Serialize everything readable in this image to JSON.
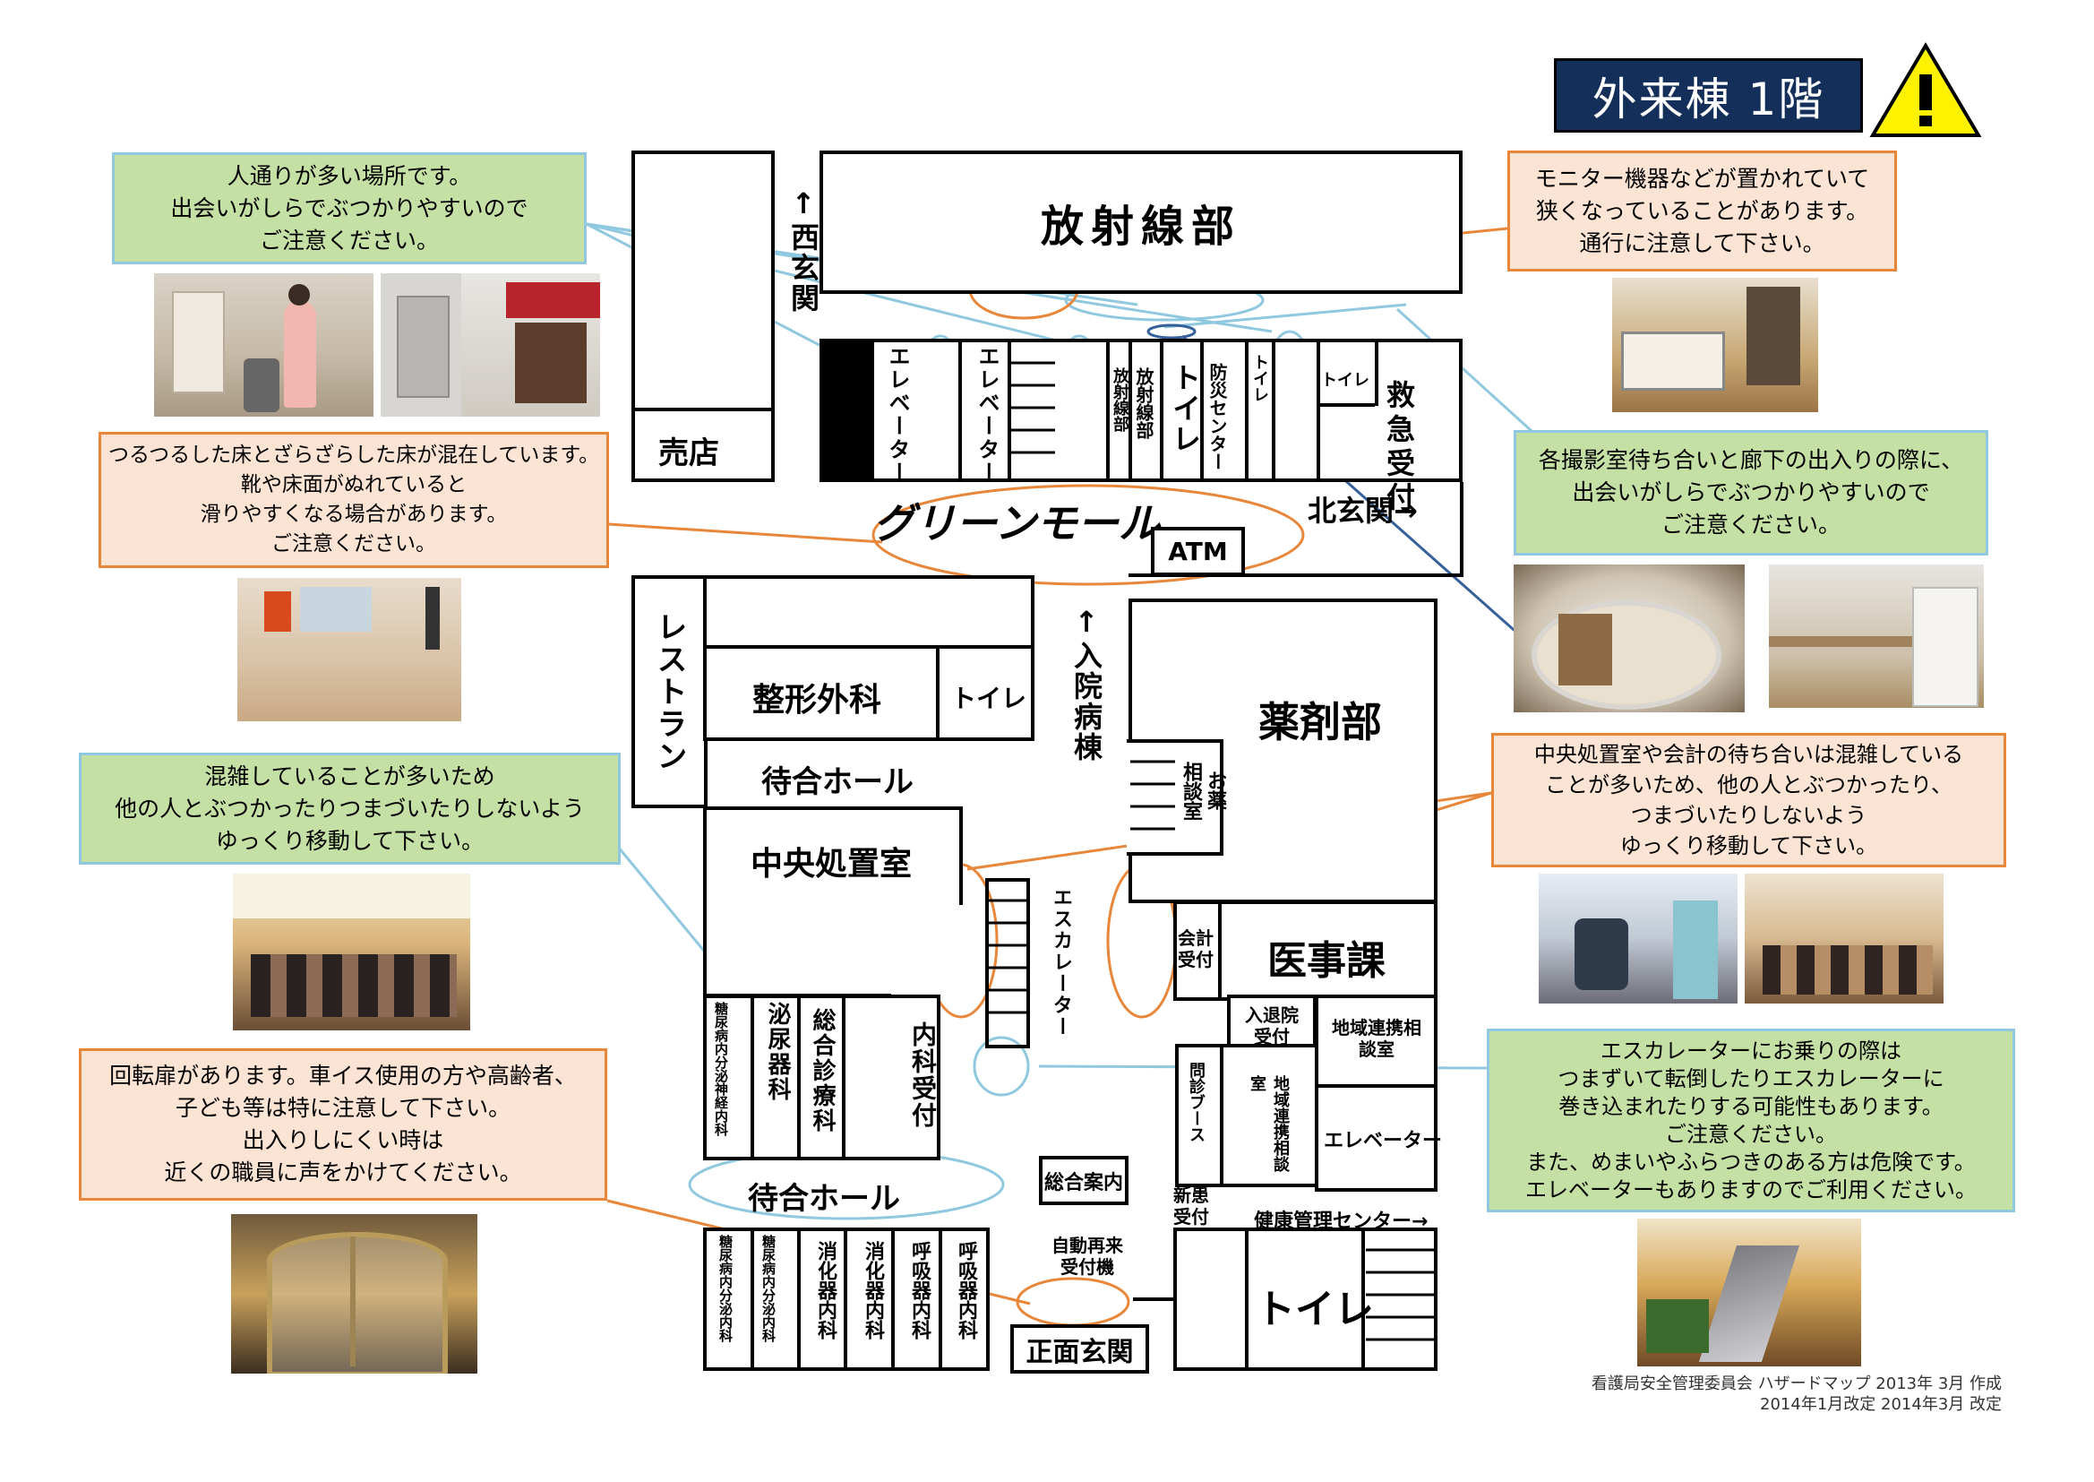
{
  "title": "外来棟 1階",
  "warning_icon": "warning-triangle-icon",
  "notes": {
    "crowded_corridor": [
      "人通りが多い場所です。",
      "出会いがしらでぶつかりやすいので",
      "ご注意ください。"
    ],
    "floor": [
      "つるつるした床とざらざらした床が混在しています。",
      "靴や床面がぬれていると",
      "滑りやすくなる場合があります。",
      "ご注意ください。"
    ],
    "waiting_crowd": [
      "混雑していることが多いため",
      "他の人とぶつかったりつまづいたりしないよう",
      "ゆっくり移動して下さい。"
    ],
    "revolving_door": [
      "回転扉があります。車イス使用の方や高齢者、",
      "子ども等は特に注意して下さい。",
      "出入りしにくい時は",
      "近くの職員に声をかけてください。"
    ],
    "monitors": [
      "モニター機器などが置かれていて",
      "狭くなっていることがあります。",
      "通行に注意して下さい。"
    ],
    "radiology_waiting": [
      "各撮影室待ち合いと廊下の出入りの際に、",
      "出会いがしらでぶつかりやすいので",
      "ご注意ください。"
    ],
    "central_treatment": [
      "中央処置室や会計の待ち合いは混雑している",
      "ことが多いため、他の人とぶつかったり、",
      "つまづいたりしないよう",
      "ゆっくり移動して下さい。"
    ],
    "escalator": [
      "エスカレーターにお乗りの際は",
      "つまずいて転倒したりエスカレーターに",
      "巻き込まれたりする可能性もあります。",
      "ご注意ください。",
      "また、めまいやふらつきのある方は危険です。",
      "エレベーターもありますのでご利用ください。"
    ]
  },
  "rooms": {
    "radiology": "放射線部",
    "west_entrance": "↑西玄関",
    "shop": "売店",
    "elevator_1": "エレベーター",
    "elevator_2": "エレベーター",
    "radiology_small_1": "放射線部",
    "radiology_small_2": "放射線部",
    "toilet_1": "トイレ",
    "disaster_center": "防災センター",
    "toilet_2": "トイレ",
    "toilet_3": "トイレ",
    "emergency": "救急受付",
    "green_mall": "グリーンモール",
    "north_entrance": "北玄関→",
    "atm": "ATM",
    "restaurant": "レストラン",
    "orthopedics": "整形外科",
    "toilet_4": "トイレ",
    "inpatient": "↑入院病棟",
    "pharmacy": "薬剤部",
    "waiting_hall_1": "待合ホール",
    "consult_1": "相談室",
    "medicine": "お薬",
    "central_treatment": "中央処置室",
    "escalator": "エスカレーター",
    "cashier": "会計受付",
    "medical_affairs": "医事課",
    "diabetes_neuro": "糖尿病内分泌神経内科",
    "urology": "泌尿器科",
    "general_medicine": "総合診療科",
    "internal_reception": "内科受付",
    "admission": "入退院受付",
    "regional_liaison": "地域連携相談室",
    "interview_booth": "問診ブース",
    "regional_consult": "地域連携相談室",
    "elevator_3": "エレベーター",
    "waiting_hall_2": "待合ホール",
    "information": "総合案内",
    "new_patient": "新患受付",
    "health_center": "健康管理センター→",
    "diabetes_2": "糖尿病内分泌内科",
    "diabetes_3": "糖尿病内分泌内科",
    "gastro_1": "消化器内科",
    "gastro_2": "消化器内科",
    "respiratory_1": "呼吸器内科",
    "respiratory_2": "呼吸器内科",
    "auto_reception": "自動再来受付機",
    "main_entrance": "正面玄関",
    "toilet_5": "トイレ"
  },
  "credit": [
    "看護局安全管理委員会 ハザードマップ 2013年 3月 作成",
    "2014年1月改定 2014年3月 改定"
  ],
  "colors": {
    "title_bg": "#14305a",
    "green_note": "#c5e0a5",
    "orange_note": "#fce4d4",
    "blue_line": "#8fc8df",
    "orange_line": "#e8873a",
    "warning": "#fff200"
  }
}
